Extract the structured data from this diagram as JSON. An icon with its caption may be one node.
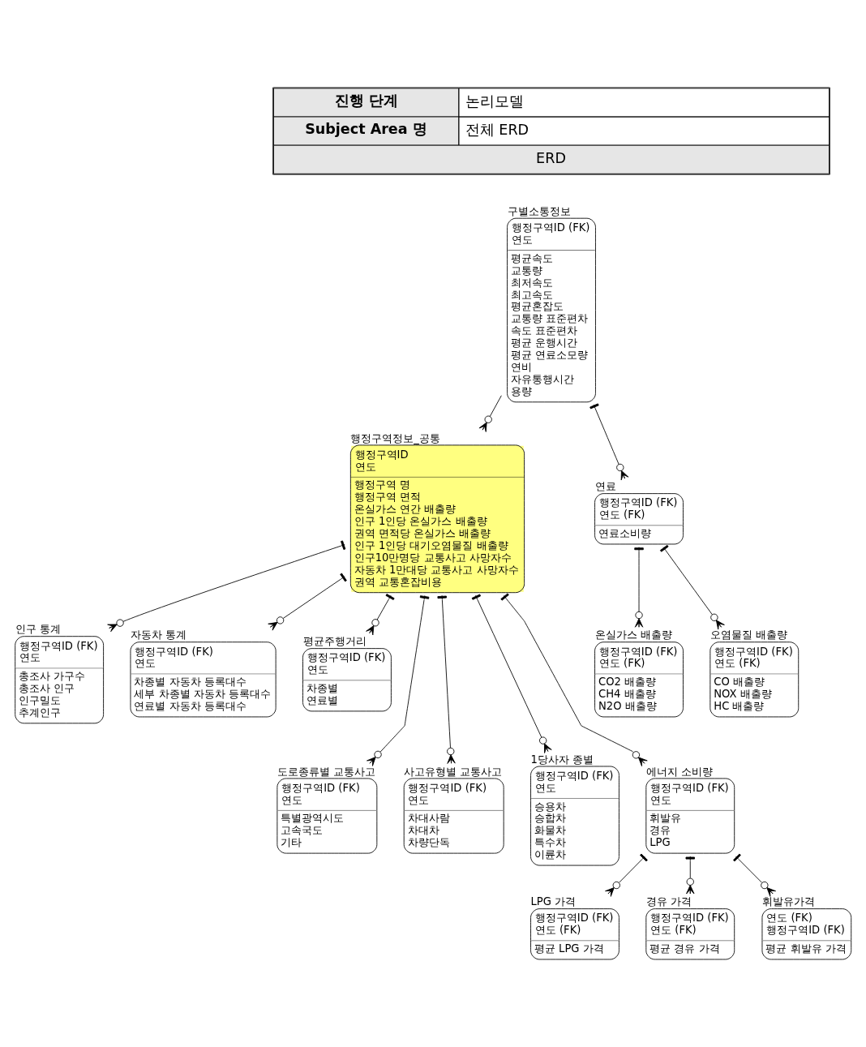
{
  "diagram": {
    "nodes": [
      {
        "text": [
          "인구 통계",
          "행정구역ID (FK)",
          "연도",
          "총조사 가구수",
          "총조사 인구",
          "인구밀도",
          "추계인구"
        ]
      },
      {
        "text": [
          "행정구역정보_공통",
          "행정구역ID",
          "연도",
          "행정구역 명",
          "행정구역 면적",
          "온실가스 연간 배출량",
          "인구 1인당 온실가스 배출량",
          "권역 면적당 온실가스 배출량",
          "인구 1인당 대기오염물질 배출량",
          "인구10만명당 교통사고 사망자수",
          "자동차 1만대당 교통사고 사망자수",
          "권역 교통혼잡비용"
        ]
      },
      {
        "text": [
          "구별소통정보",
          "행정구역ID (FK)",
          "연도",
          "평균속도",
          "교통량",
          "최저속도",
          "최고속도",
          "평균혼잡도",
          "교통량 표준편차",
          "속도 표준편차",
          "평균 운행시간",
          "평균 연료소모량",
          "연비",
          "자유통행시간",
          "용량"
        ]
      },
      {
        "text": [
          "연료",
          "행정구역ID (FK)",
          "연도 (FK)",
          "연료소비량"
        ]
      },
      {
        "text": [
          "자동차 통계",
          "행정구역ID (FK)",
          "연도",
          "차종별 자동차 등록대수",
          "세부 차종별 자동차 등록대수",
          "연료별 자동차 등록대수"
        ]
      },
      {
        "text": [
          "온실가스 배출량",
          "행정구역ID (FK)",
          "연도 (FK)",
          "CO2 배출량",
          "CH4 배출량",
          "N2O 배출량"
        ]
      },
      {
        "text": [
          "오염물질 배출량",
          "행정구역ID (FK)",
          "연도 (FK)",
          "CO 배출량",
          "NOX 배출량",
          "HC 배출량"
        ]
      },
      {
        "text": [
          "평균주행거리",
          "행정구역ID (FK)",
          "연도",
          "차종별",
          "연료별"
        ]
      },
      {
        "text": [
          "LPG 가격",
          "행정구역ID (FK)",
          "연도 (FK)",
          "평균 LPG 가격"
        ]
      },
      {
        "text": [
          "도로종류별 교통사고",
          "행정구역ID (FK)",
          "연도",
          "특별광역시도",
          "고속국도",
          "기타"
        ]
      },
      {
        "text": [
          "사고유형별 교통사고",
          "행정구역ID (FK)",
          "연도",
          "차대사람",
          "차대차",
          "차량단독"
        ]
      },
      {
        "text": [
          "1당사자 종별",
          "행정구역ID (FK)",
          "연도",
          "승용차",
          "승합차",
          "화물차",
          "특수차",
          "이륜차"
        ]
      },
      {
        "text": [
          "에너지 소비량",
          "행정구역ID (FK)",
          "연도",
          "휘발유",
          "경유",
          "LPG"
        ]
      },
      {
        "text": [
          "경유 가격",
          "행정구역ID (FK)",
          "연도 (FK)",
          "평균 경유 가격"
        ]
      },
      {
        "text": [
          "휘발유가격",
          "연도 (FK)",
          "행정구역ID (FK)",
          "평균 휘발유 가격"
        ]
      }
    ],
    "edges": [
      {
        "from": 1,
        "to": 0,
        "arrow": "other"
      },
      {
        "from": 2,
        "to": 1,
        "arrow": "other"
      },
      {
        "from": 2,
        "to": 3,
        "arrow": "other"
      },
      {
        "from": 1,
        "to": 4,
        "arrow": "other"
      },
      {
        "from": 3,
        "to": 5,
        "arrow": "other"
      },
      {
        "from": 3,
        "to": 6,
        "arrow": "other"
      },
      {
        "from": 1,
        "to": 7,
        "arrow": "other"
      },
      {
        "from": 1,
        "to": 9,
        "arrow": "other"
      },
      {
        "from": 1,
        "to": 10,
        "arrow": "other"
      },
      {
        "from": 1,
        "to": 11,
        "arrow": "other"
      },
      {
        "from": 1,
        "to": 12,
        "arrow": "other"
      },
      {
        "from": 12,
        "to": 8,
        "arrow": "other"
      },
      {
        "from": 12,
        "to": 13,
        "arrow": "other"
      },
      {
        "from": 12,
        "to": 14,
        "arrow": "other"
      }
    ],
    "labels": [
      "진행 단계",
      "논리모델",
      "Subject Area 명",
      "전체 ERD",
      "ERD"
    ]
  }
}
